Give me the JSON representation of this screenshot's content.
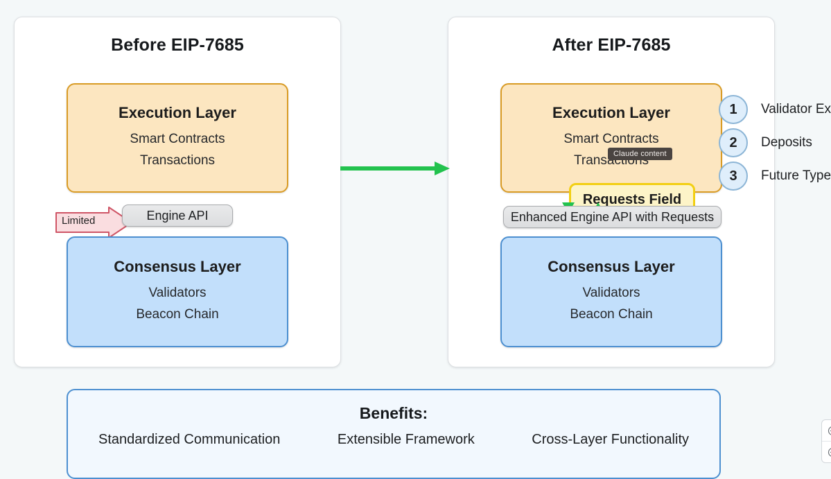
{
  "theme": {
    "background": "#f4f8f9",
    "panel_bg": "#ffffff",
    "exec_fill": "#fce6c0",
    "exec_border": "#d99b24",
    "cons_fill": "#c2dffb",
    "cons_border": "#4c8fd0",
    "accent_green": "#22c24e",
    "requests_border": "#f2cf12",
    "requests_fill": "#fdf4c8",
    "limited_fill": "#fadde0",
    "limited_border": "#cf5566",
    "engine_fill": "#e3e4e6",
    "engine_border": "#a9abae",
    "circle_fill": "#dfeefb",
    "circle_border": "#8cb5d6",
    "benefits_fill": "#f2f8fe",
    "tooltip_bg": "#4a4441"
  },
  "panels": {
    "before": {
      "title": "Before EIP-7685",
      "execution_layer": {
        "heading": "Execution Layer",
        "lines": [
          "Smart Contracts",
          "Transactions"
        ]
      },
      "consensus_layer": {
        "heading": "Consensus Layer",
        "lines": [
          "Validators",
          "Beacon Chain"
        ]
      },
      "engine_api_label": "Engine API",
      "limited_arrow_label": "Limited"
    },
    "after": {
      "title": "After EIP-7685",
      "execution_layer": {
        "heading": "Execution Layer",
        "lines": [
          "Smart Contracts",
          "Transactions"
        ]
      },
      "consensus_layer": {
        "heading": "Consensus Layer",
        "lines": [
          "Validators",
          "Beacon Chain"
        ]
      },
      "requests_field_label": "Requests Field",
      "engine_api_label": "Enhanced Engine API with Requests"
    }
  },
  "request_types": [
    {
      "number": "1",
      "label": "Validator Ex"
    },
    {
      "number": "2",
      "label": "Deposits"
    },
    {
      "number": "3",
      "label": "Future Type"
    }
  ],
  "benefits": {
    "title": "Benefits:",
    "items": [
      "Standardized Communication",
      "Extensible Framework",
      "Cross-Layer Functionality"
    ]
  },
  "tooltip": {
    "text": "Claude content"
  },
  "zoom_controls": {
    "zoom_in": "+",
    "zoom_out": "−"
  }
}
